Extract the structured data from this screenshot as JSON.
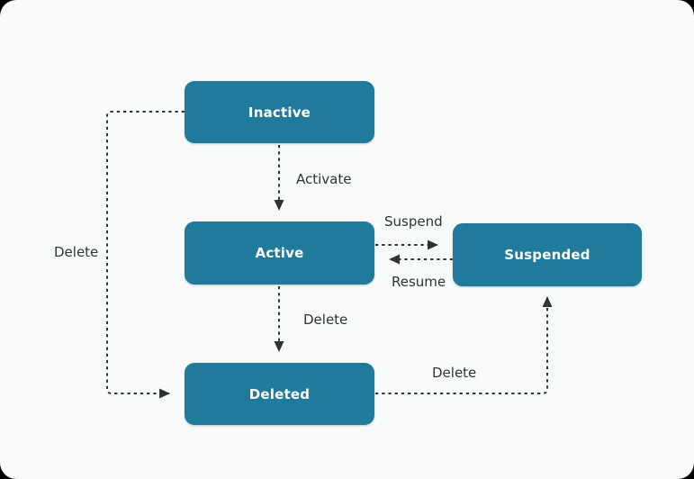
{
  "diagram": {
    "type": "state-diagram",
    "nodes": [
      {
        "id": "inactive",
        "label": "Inactive"
      },
      {
        "id": "active",
        "label": "Active"
      },
      {
        "id": "suspended",
        "label": "Suspended"
      },
      {
        "id": "deleted",
        "label": "Deleted"
      }
    ],
    "edges": [
      {
        "from": "Inactive",
        "to": "Active",
        "label": "Activate",
        "style": "dashed"
      },
      {
        "from": "Active",
        "to": "Suspended",
        "label": "Suspend",
        "style": "dashed"
      },
      {
        "from": "Suspended",
        "to": "Active",
        "label": "Resume",
        "style": "dashed"
      },
      {
        "from": "Active",
        "to": "Deleted",
        "label": "Delete",
        "style": "dashed"
      },
      {
        "from": "Inactive",
        "to": "Deleted",
        "label": "Delete",
        "style": "dashed"
      },
      {
        "from": "Deleted",
        "to": "Suspended",
        "label": "Delete",
        "style": "dashed"
      }
    ],
    "colors": {
      "node_fill": "#1f7a9b",
      "node_text": "#ffffff",
      "edge": "#2d3436",
      "label_text": "#2d3436",
      "canvas_bg": "#f8fafa",
      "outer_bg": "#000000"
    }
  }
}
